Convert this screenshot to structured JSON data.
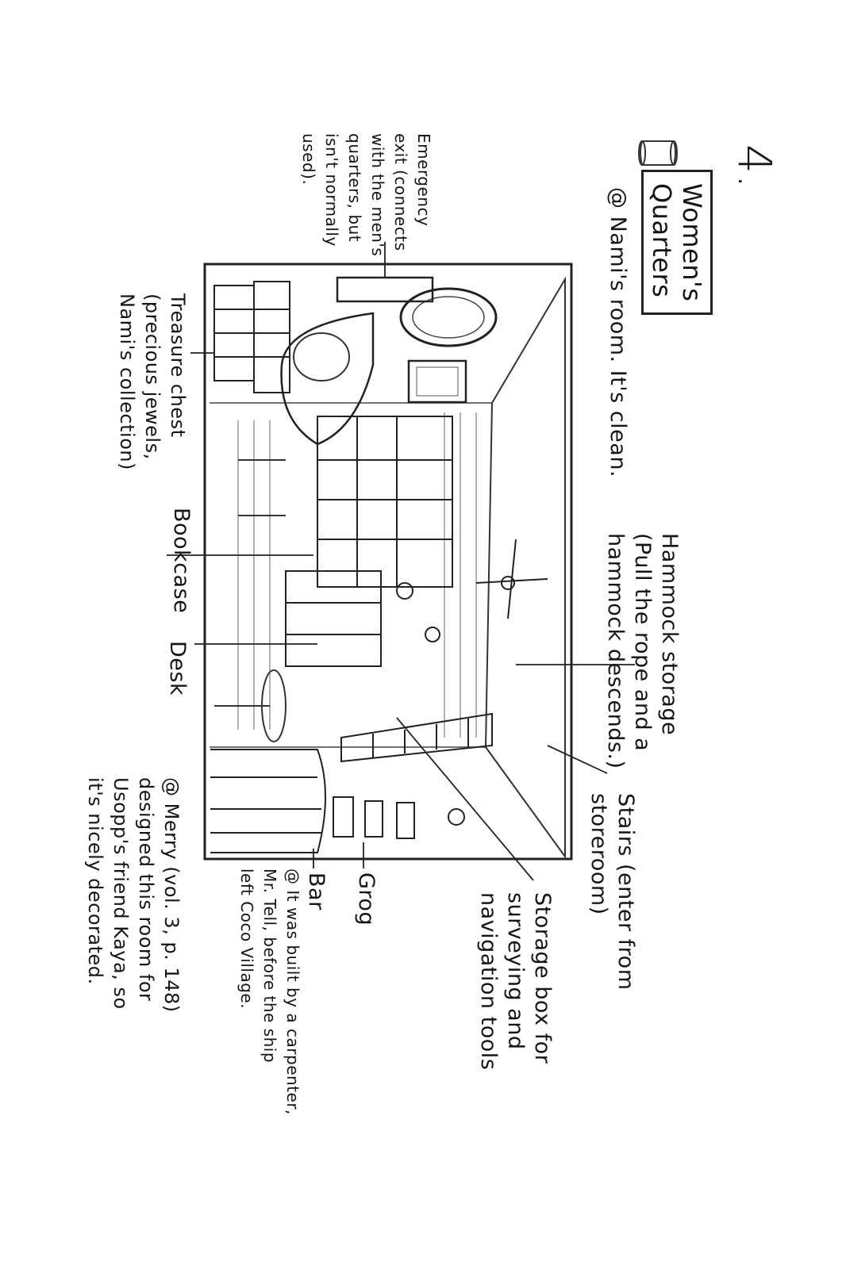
{
  "page_number": "4.",
  "title": {
    "line1": "Women's",
    "line2": "Quarters"
  },
  "note_top": "@ Nami's room. It's clean.",
  "labels": {
    "hammock_storage": [
      "Hammock storage",
      "(Pull the rope and a",
      "hammock descends.)"
    ],
    "stairs": [
      "Stairs (enter from",
      "storeroom)"
    ],
    "storage_box": [
      "Storage box for",
      "surveying and",
      "navigation tools"
    ],
    "grog": "Grog",
    "bar": "Bar",
    "bar_note": [
      "@ It was built by a carpenter,",
      "Mr. Tell, before the ship",
      "left Coco Village."
    ],
    "merry_note": [
      "@ Merry (vol. 3, p. 148)",
      "designed this room for",
      "Usopp's friend Kaya, so",
      "it's nicely decorated."
    ],
    "bookcase": "Bookcase",
    "desk": "Desk",
    "treasure_chest": [
      "Treasure chest",
      "(precious jewels,",
      "Nami's collection)"
    ],
    "emergency_exit": [
      "Emergency",
      "exit (connects",
      "with the men's",
      "quarters, but",
      "isn't normally",
      "used)."
    ]
  }
}
